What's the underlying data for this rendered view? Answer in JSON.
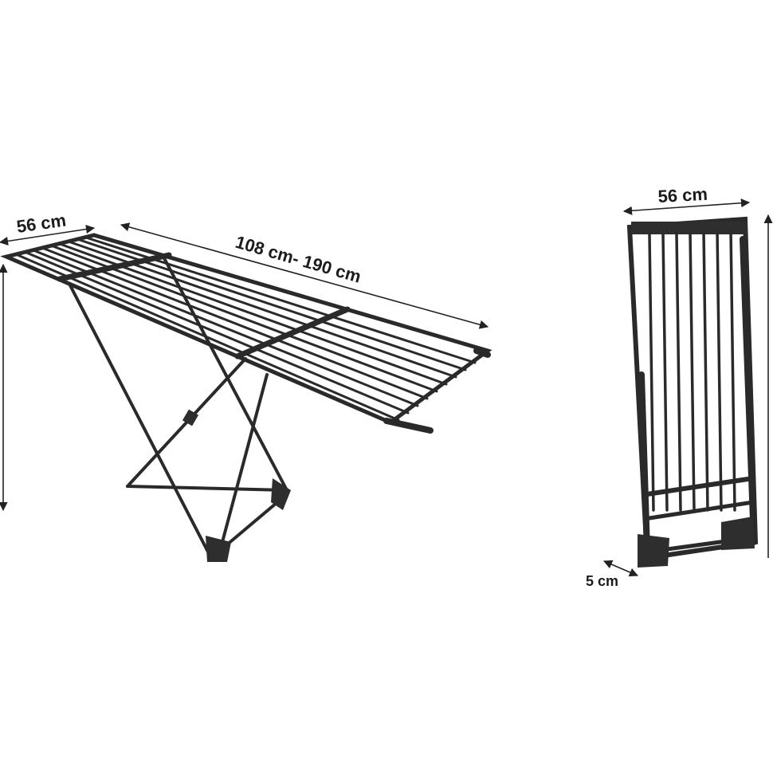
{
  "open_rack": {
    "width_label": "56 cm",
    "length_label": "108 cm- 190 cm"
  },
  "folded_rack": {
    "width_label": "56 cm",
    "depth_label": "5 cm"
  },
  "colors": {
    "frame": "#2a2a2a",
    "background": "#ffffff"
  }
}
